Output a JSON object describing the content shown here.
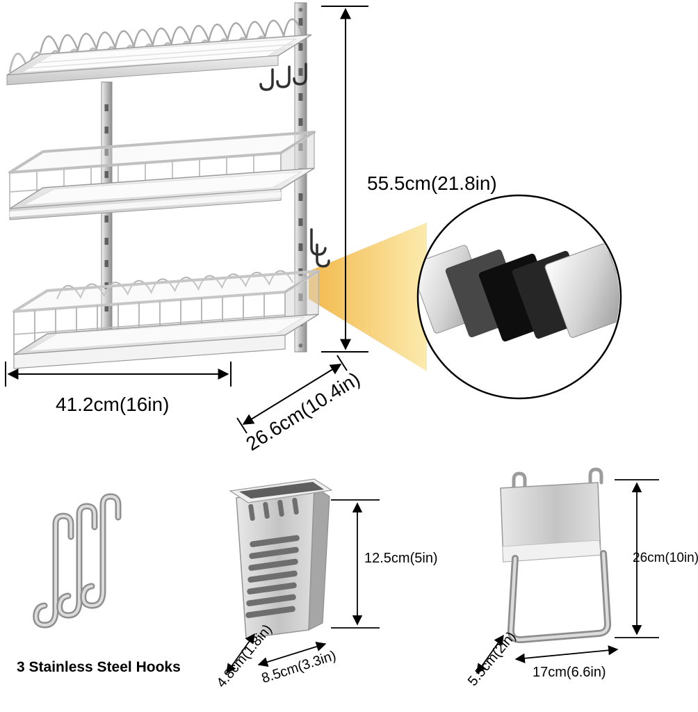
{
  "diagram": {
    "rack": {
      "height_label": "55.5cm(21.8in)",
      "width_label": "41.2cm(16in)",
      "depth_label": "26.6cm(10.4in)"
    },
    "hooks": {
      "label": "3 Stainless Steel Hooks"
    },
    "utensil_holder": {
      "height_label": "12.5cm(5in)",
      "depth_label": "4.8cm(1.8in)",
      "width_label": "8.5cm(3.3in)"
    },
    "board_holder": {
      "height_label": "26cm(10in)",
      "depth_label": "5.5cm(2in)",
      "width_label": "17cm(6.6in)"
    },
    "colors": {
      "beam": "#F2B93F",
      "steel_light": "#E9E9E9",
      "steel_dark": "#8F8F8F",
      "plate_black": "#111111",
      "dimension_line": "#000000"
    }
  }
}
